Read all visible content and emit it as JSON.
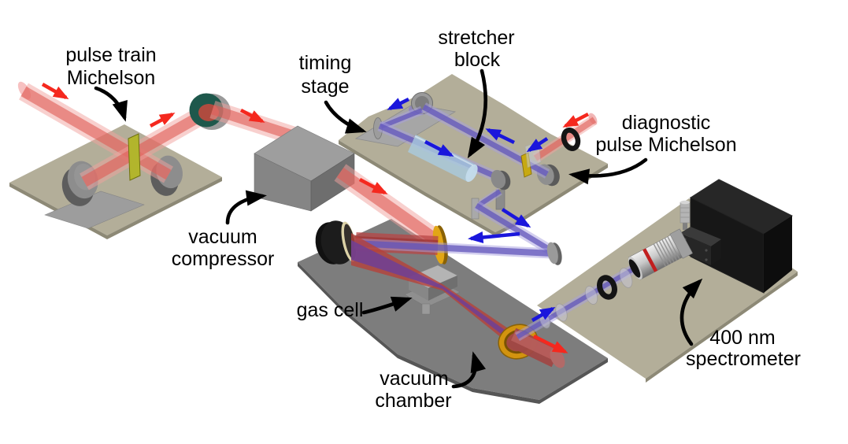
{
  "labels": {
    "pulse_train_michelson": {
      "line1": "pulse train",
      "line2": "Michelson"
    },
    "timing_stage": {
      "line1": "timing",
      "line2": "stage"
    },
    "stretcher_block": {
      "line1": "stretcher",
      "line2": "block"
    },
    "diagnostic_pulse_michelson": {
      "line1": "diagnostic",
      "line2": "pulse Michelson"
    },
    "vacuum_compressor": {
      "line1": "vacuum",
      "line2": "compressor"
    },
    "gas_cell": {
      "line1": "gas cell"
    },
    "vacuum_chamber": {
      "line1": "vacuum",
      "line2": "chamber"
    },
    "spectrometer_400nm": {
      "line1": "400 nm",
      "line2": "spectrometer"
    }
  },
  "colors": {
    "background": "#ffffff",
    "label": "#000000",
    "platform_beige": "#b3ae99",
    "platform_beige_edge": "#8d8976",
    "chamber_gray": "#7d7d7d",
    "chamber_edge": "#565656",
    "beam_red_outer": "#f2a29e",
    "beam_red_core": "#e05c55",
    "beam_red_dark": "#b84545",
    "beam_purple_outer": "#a89fe0",
    "beam_purple_core": "#6156bb",
    "arrow_red": "#f5281e",
    "arrow_blue": "#1a16dc",
    "gold": "#d2930f",
    "gold_dark": "#7a5203",
    "stretcher_blue": "#a9cbdf",
    "beamsplitter_green": "#b2b52c",
    "beamsplitter_yellow": "#c7a912",
    "mirror_green": "#1e584c",
    "box_black": "#161616"
  }
}
